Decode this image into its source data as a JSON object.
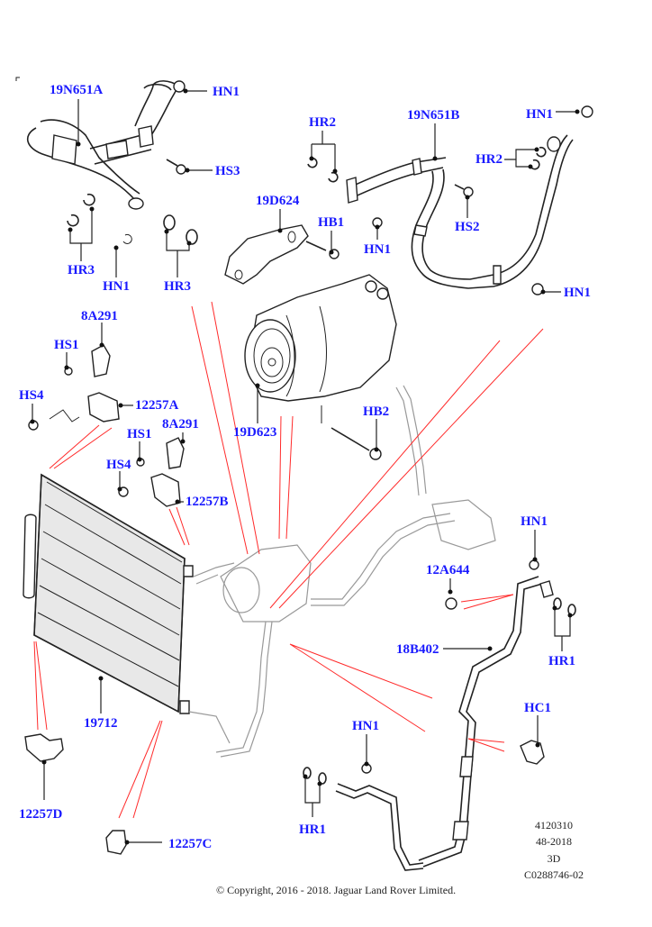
{
  "diagram": {
    "title": "Air conditioning system components",
    "label_color": "#1a1aff",
    "leader_color": "#ff2a2a",
    "labels": [
      {
        "id": "19N651A",
        "text": "19N651A"
      },
      {
        "id": "HN1_a",
        "text": "HN1"
      },
      {
        "id": "HS3",
        "text": "HS3"
      },
      {
        "id": "HR3_a",
        "text": "HR3"
      },
      {
        "id": "HN1_b",
        "text": "HN1"
      },
      {
        "id": "HR3_b",
        "text": "HR3"
      },
      {
        "id": "HR2_a",
        "text": "HR2"
      },
      {
        "id": "19N651B",
        "text": "19N651B"
      },
      {
        "id": "HN1_c",
        "text": "HN1"
      },
      {
        "id": "HR2_b",
        "text": "HR2"
      },
      {
        "id": "19D624",
        "text": "19D624"
      },
      {
        "id": "HB1",
        "text": "HB1"
      },
      {
        "id": "HN1_d",
        "text": "HN1"
      },
      {
        "id": "HS2",
        "text": "HS2"
      },
      {
        "id": "HN1_e",
        "text": "HN1"
      },
      {
        "id": "8A291_a",
        "text": "8A291"
      },
      {
        "id": "HS1_a",
        "text": "HS1"
      },
      {
        "id": "HS4_a",
        "text": "HS4"
      },
      {
        "id": "12257A",
        "text": "12257A"
      },
      {
        "id": "19D623",
        "text": "19D623"
      },
      {
        "id": "HB2",
        "text": "HB2"
      },
      {
        "id": "HS1_b",
        "text": "HS1"
      },
      {
        "id": "8A291_b",
        "text": "8A291"
      },
      {
        "id": "HS4_b",
        "text": "HS4"
      },
      {
        "id": "12257B",
        "text": "12257B"
      },
      {
        "id": "HN1_f",
        "text": "HN1"
      },
      {
        "id": "12A644",
        "text": "12A644"
      },
      {
        "id": "18B402",
        "text": "18B402"
      },
      {
        "id": "HR1_a",
        "text": "HR1"
      },
      {
        "id": "19712",
        "text": "19712"
      },
      {
        "id": "HC1",
        "text": "HC1"
      },
      {
        "id": "HN1_g",
        "text": "HN1"
      },
      {
        "id": "12257D",
        "text": "12257D"
      },
      {
        "id": "HR1_b",
        "text": "HR1"
      },
      {
        "id": "12257C",
        "text": "12257C"
      }
    ],
    "reference": {
      "code": "4120310",
      "date": "48-2018",
      "view": "3D",
      "illustration_id": "C0288746-02"
    },
    "copyright": "© Copyright, 2016 - 2018. Jaguar Land Rover Limited."
  }
}
